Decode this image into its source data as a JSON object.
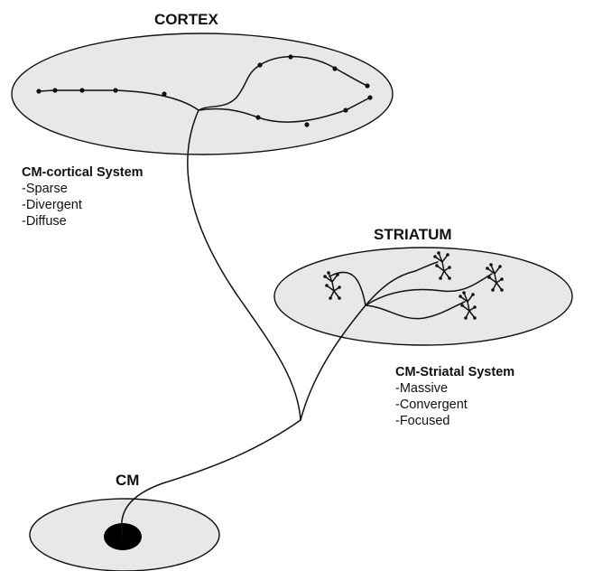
{
  "regions": {
    "cortex": "CORTEX",
    "striatum": "STRIATUM",
    "cm": "CM"
  },
  "cm_cortical": {
    "title": "CM-cortical System",
    "features": [
      "-Sparse",
      "-Divergent",
      "-Diffuse"
    ]
  },
  "cm_striatal": {
    "title": "CM-Striatal System",
    "features": [
      "-Massive",
      "-Convergent",
      "-Focused"
    ]
  },
  "colors": {
    "region_fill": "#e8e8e8",
    "line": "#111111"
  }
}
